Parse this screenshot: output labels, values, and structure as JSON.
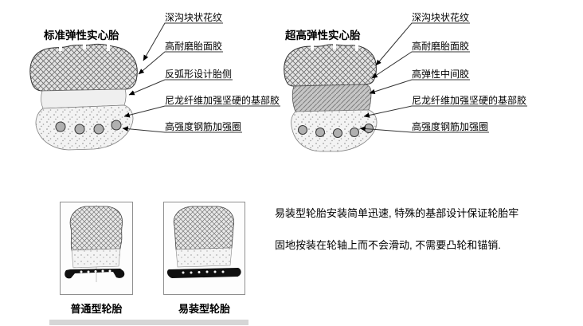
{
  "left_diagram": {
    "title": "标准弹性实心胎",
    "labels": [
      "深沟块状花纹",
      "高耐磨胎面胶",
      "反弧形设计胎侧",
      "尼龙纤维加强坚硬的基部胶",
      "高强度钢筋加强圈"
    ]
  },
  "right_diagram": {
    "title": "超高弹性实心胎",
    "labels": [
      "深沟块状花纹",
      "高耐磨胎面胶",
      "高弹性中间胶",
      "尼龙纤维加强坚硬的基部胶",
      "高强度钢筋加强圈"
    ]
  },
  "bottom_figures": {
    "left_caption": "普通型轮胎",
    "right_caption": "易装型轮胎"
  },
  "description": {
    "line1": "易装型轮胎安装简单迅速, 特殊的基部设计保证轮胎牢",
    "line2": "固地按装在轮轴上而不会滑动, 不需要凸轮和锚销."
  }
}
